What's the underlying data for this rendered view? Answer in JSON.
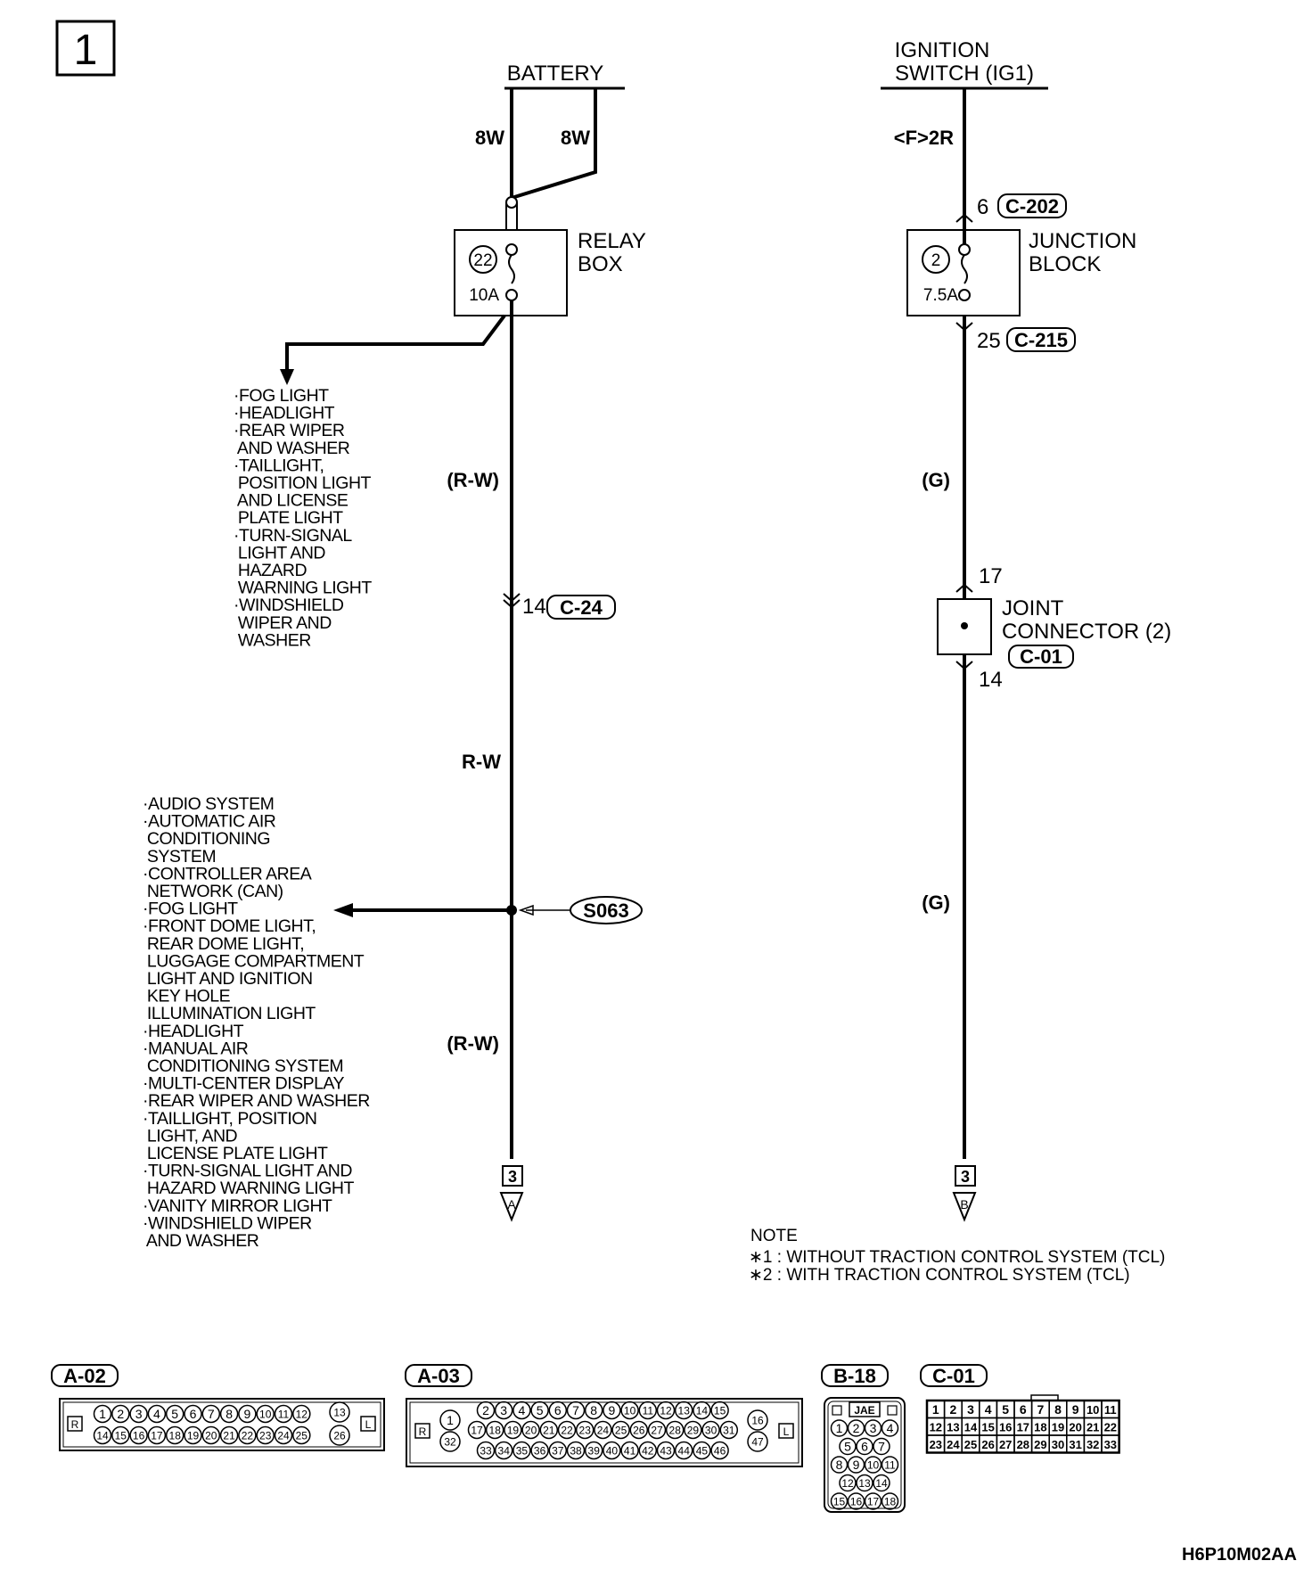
{
  "sheet_number": "1",
  "battery": {
    "label": "BATTERY",
    "wire1": "8W",
    "wire2": "8W"
  },
  "relay_box": {
    "label_line1": "RELAY",
    "label_line2": "BOX",
    "fuse_number": "22",
    "fuse_rating": "10A",
    "branch_list": [
      "·FOG LIGHT",
      "·HEADLIGHT",
      "·REAR WIPER",
      " AND WASHER",
      "·TAILLIGHT,",
      " POSITION LIGHT",
      " AND LICENSE",
      " PLATE LIGHT",
      "·TURN-SIGNAL",
      " LIGHT AND",
      " HAZARD",
      " WARNING LIGHT",
      "·WINDSHIELD",
      " WIPER AND",
      " WASHER"
    ]
  },
  "left_circuit": {
    "wire_color_1": "(R-W)",
    "connector_pin": "14",
    "connector_id": "C-24",
    "wire_color_2": "R-W",
    "splice_id": "S063",
    "wire_color_3": "(R-W)",
    "offpage_sheet": "3",
    "offpage_letter": "A",
    "splice_list": [
      "·AUDIO SYSTEM",
      "·AUTOMATIC AIR",
      " CONDITIONING",
      " SYSTEM",
      "·CONTROLLER AREA",
      " NETWORK (CAN)",
      "·FOG LIGHT",
      "·FRONT DOME LIGHT,",
      " REAR DOME LIGHT,",
      " LUGGAGE COMPARTMENT",
      " LIGHT AND IGNITION",
      " KEY HOLE",
      " ILLUMINATION LIGHT",
      "·HEADLIGHT",
      "·MANUAL AIR",
      " CONDITIONING SYSTEM",
      "·MULTI-CENTER DISPLAY",
      "·REAR WIPER AND WASHER",
      "·TAILLIGHT, POSITION",
      " LIGHT, AND",
      " LICENSE PLATE LIGHT",
      "·TURN-SIGNAL LIGHT AND",
      " HAZARD WARNING LIGHT",
      "·VANITY MIRROR LIGHT",
      "·WINDSHIELD WIPER",
      " AND WASHER"
    ]
  },
  "ignition": {
    "label_line1": "IGNITION",
    "label_line2": "SWITCH (IG1)",
    "wire": "<F>2R",
    "pin_in": "6",
    "conn_in": "C-202",
    "junction_label_line1": "JUNCTION",
    "junction_label_line2": "BLOCK",
    "fuse_number": "2",
    "fuse_rating": "7.5A",
    "pin_out": "25",
    "conn_out": "C-215",
    "wire_color_1": "(G)",
    "jc_pin_top": "17",
    "jc_label_line1": "JOINT",
    "jc_label_line2": "CONNECTOR (2)",
    "jc_conn": "C-01",
    "jc_pin_bottom": "14",
    "wire_color_2": "(G)",
    "offpage_sheet": "3",
    "offpage_letter": "B"
  },
  "note": {
    "title": "NOTE",
    "items": [
      "∗1 : WITHOUT TRACTION CONTROL SYSTEM (TCL)",
      "∗2 : WITH TRACTION CONTROL SYSTEM (TCL)"
    ]
  },
  "connectors": {
    "a02": {
      "id": "A-02",
      "top": [
        "1",
        "2",
        "3",
        "4",
        "5",
        "6",
        "7",
        "8",
        "9",
        "10",
        "11",
        "12"
      ],
      "top_end": "13",
      "bottom": [
        "14",
        "15",
        "16",
        "17",
        "18",
        "19",
        "20",
        "21",
        "22",
        "23",
        "24",
        "25"
      ],
      "bottom_end": "26",
      "left_mark": "R",
      "right_mark": "L"
    },
    "a03": {
      "id": "A-03",
      "row1_first": "1",
      "row1": [
        "2",
        "3",
        "4",
        "5",
        "6",
        "7",
        "8",
        "9",
        "10",
        "11",
        "12",
        "13",
        "14",
        "15"
      ],
      "row2_mid": [
        "17",
        "18",
        "19",
        "20",
        "21",
        "22",
        "23",
        "24",
        "25",
        "26",
        "27",
        "28",
        "29",
        "30",
        "31"
      ],
      "row2_left": "32",
      "row3": [
        "33",
        "34",
        "35",
        "36",
        "37",
        "38",
        "39",
        "40",
        "41",
        "42",
        "43",
        "44",
        "45",
        "46"
      ],
      "end_top": "16",
      "end_bottom": "47",
      "left_mark": "R",
      "right_mark": "L"
    },
    "b18": {
      "id": "B-18",
      "maker": "JAE",
      "rows": [
        [
          "1",
          "2",
          "3",
          "4"
        ],
        [
          "5",
          "6",
          "7"
        ],
        [
          "8",
          "9",
          "10",
          "11"
        ],
        [
          "12",
          "13",
          "14"
        ],
        [
          "15",
          "16",
          "17",
          "18"
        ]
      ]
    },
    "c01": {
      "id": "C-01",
      "rows": [
        [
          "1",
          "2",
          "3",
          "4",
          "5",
          "6",
          "7",
          "8",
          "9",
          "10",
          "11"
        ],
        [
          "12",
          "13",
          "14",
          "15",
          "16",
          "17",
          "18",
          "19",
          "20",
          "21",
          "22"
        ],
        [
          "23",
          "24",
          "25",
          "26",
          "27",
          "28",
          "29",
          "30",
          "31",
          "32",
          "33"
        ]
      ]
    }
  },
  "diagram_code": "H6P10M02AA"
}
